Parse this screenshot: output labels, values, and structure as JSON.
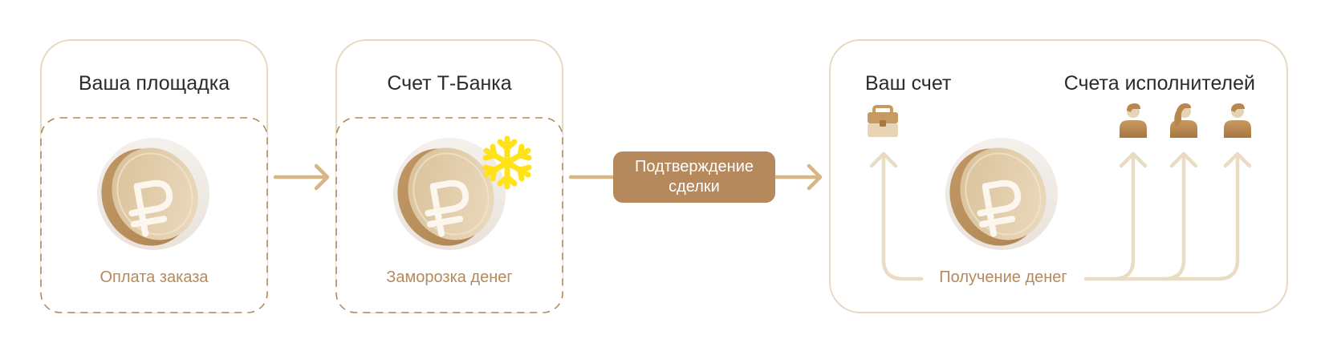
{
  "colors": {
    "accent": "#b5895b",
    "border": "#e8d8c2",
    "arrow_light": "#eadcc3",
    "arrow_gold": "#d8b584",
    "snow": "#ffe21a"
  },
  "stages": [
    {
      "title": "Ваша площадка",
      "caption": "Оплата заказа"
    },
    {
      "title": "Счет Т-Банка",
      "caption": "Заморозка денег",
      "badge_icon": "snowflake-icon"
    },
    {
      "title_left": "Ваш счет",
      "title_right": "Счета исполнителей",
      "caption": "Получение денег"
    }
  ],
  "transition": {
    "line1": "Подтверждение",
    "line2": "сделки"
  },
  "icons": [
    "ruble-coin-icon",
    "snowflake-icon",
    "briefcase-icon",
    "person-icon",
    "person-long-hair-icon"
  ]
}
